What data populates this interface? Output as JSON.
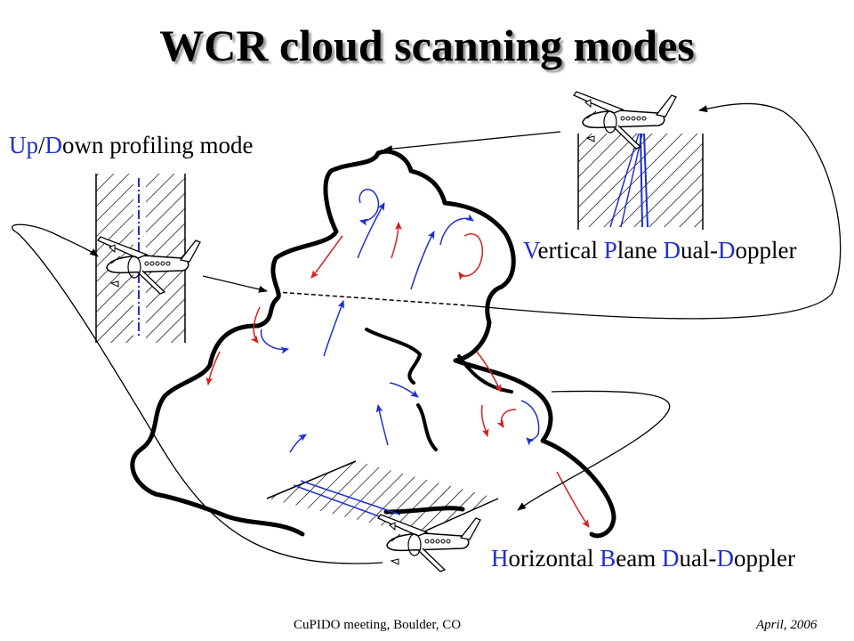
{
  "title": "WCR cloud scanning modes",
  "modes": {
    "updown": {
      "p1_hl": "Up",
      "sep1": "/",
      "p2_hl": "D",
      "rest": "own profiling mode"
    },
    "vpdd": {
      "a_hl": "V",
      "a": "ertical ",
      "b_hl": "P",
      "b": "lane ",
      "c_hl": "D",
      "c": "ual-",
      "d_hl": "D",
      "d": "oppler"
    },
    "hbdd": {
      "a_hl": "H",
      "a": "orizontal ",
      "b_hl": "B",
      "b": "eam ",
      "c_hl": "D",
      "c": "ual-",
      "d_hl": "D",
      "d": "oppler"
    }
  },
  "footer": {
    "left": "CuPIDO meeting, Boulder, CO",
    "right": "April, 2006"
  },
  "colors": {
    "highlight": "#1f2fd0",
    "updraft_arrows": "#1f2fd0",
    "downdraft_arrows": "#d42020",
    "cloud_outline": "#000000"
  },
  "icons": [
    "aircraft-icon",
    "aircraft-icon",
    "aircraft-icon"
  ]
}
